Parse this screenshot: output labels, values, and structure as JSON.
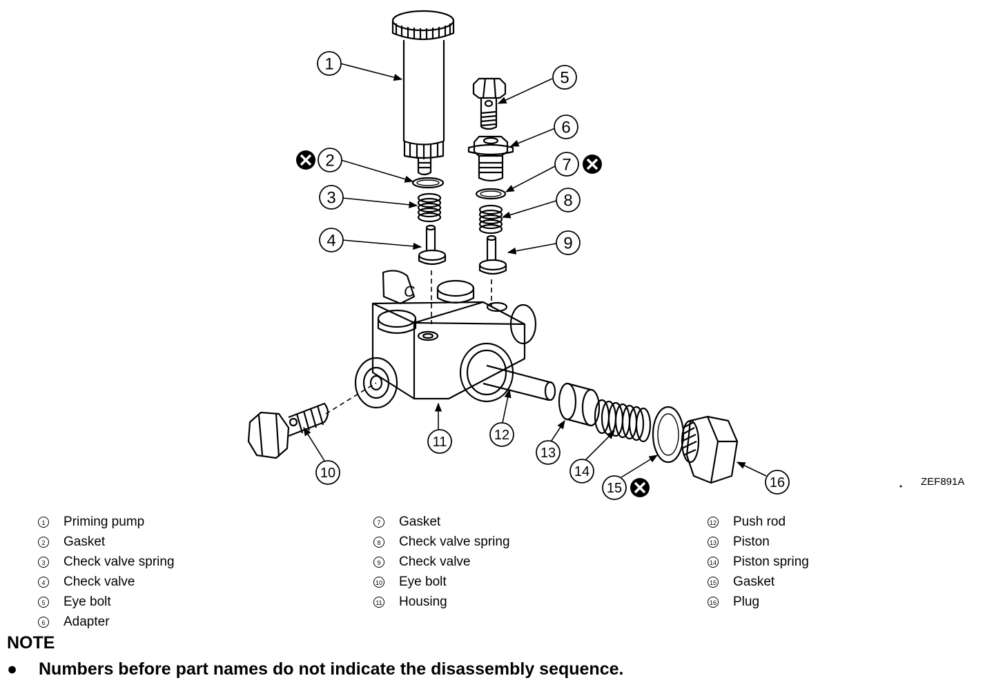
{
  "figure_code": "ZEF891A",
  "replace_marker_icon": "circled-x-icon",
  "callouts": [
    {
      "num": "1",
      "part": "Priming pump"
    },
    {
      "num": "2",
      "part": "Gasket",
      "replace": true
    },
    {
      "num": "3",
      "part": "Check valve spring"
    },
    {
      "num": "4",
      "part": "Check valve"
    },
    {
      "num": "5",
      "part": "Eye bolt"
    },
    {
      "num": "6",
      "part": "Adapter"
    },
    {
      "num": "7",
      "part": "Gasket",
      "replace": true
    },
    {
      "num": "8",
      "part": "Check valve spring"
    },
    {
      "num": "9",
      "part": "Check valve"
    },
    {
      "num": "10",
      "part": "Eye bolt"
    },
    {
      "num": "11",
      "part": "Housing"
    },
    {
      "num": "12",
      "part": "Push rod"
    },
    {
      "num": "13",
      "part": "Piston"
    },
    {
      "num": "14",
      "part": "Piston spring"
    },
    {
      "num": "15",
      "part": "Gasket",
      "replace": true
    },
    {
      "num": "16",
      "part": "Plug"
    }
  ],
  "housing_mark": "C",
  "legend": {
    "columns": [
      [
        {
          "num": "1",
          "label": "Priming pump"
        },
        {
          "num": "2",
          "label": "Gasket"
        },
        {
          "num": "3",
          "label": "Check valve spring"
        },
        {
          "num": "4",
          "label": "Check valve"
        },
        {
          "num": "5",
          "label": "Eye bolt"
        },
        {
          "num": "6",
          "label": "Adapter"
        }
      ],
      [
        {
          "num": "7",
          "label": "Gasket"
        },
        {
          "num": "8",
          "label": "Check valve spring"
        },
        {
          "num": "9",
          "label": "Check valve"
        },
        {
          "num": "10",
          "label": "Eye bolt"
        },
        {
          "num": "11",
          "label": "Housing"
        }
      ],
      [
        {
          "num": "12",
          "label": "Push rod"
        },
        {
          "num": "13",
          "label": "Piston"
        },
        {
          "num": "14",
          "label": "Piston spring"
        },
        {
          "num": "15",
          "label": "Gasket"
        },
        {
          "num": "16",
          "label": "Plug"
        }
      ]
    ]
  },
  "note": {
    "title": "NOTE",
    "items": [
      "Numbers before part names do not indicate the disassembly sequence."
    ]
  }
}
